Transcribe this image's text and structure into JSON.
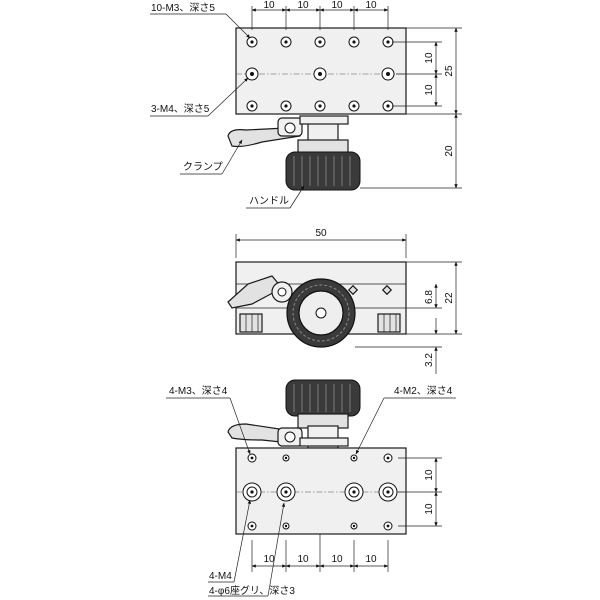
{
  "labels": {
    "top_holes_m3": "10-M3、深さ5",
    "top_holes_m4": "3-M4、深さ5",
    "clamp": "クランプ",
    "handle": "ハンドル",
    "bottom_holes_m3": "4-M3、深さ4",
    "bottom_holes_m2": "4-M2、深さ4",
    "bottom_holes_m4": "4-M4",
    "counterbore": "4-φ6座グリ、深さ3"
  },
  "dims": {
    "top_pitch": [
      "10",
      "10",
      "10",
      "10"
    ],
    "top_right_a": "10",
    "top_right_b": "10",
    "top_height": "25",
    "top_offset": "20",
    "front_width": "50",
    "front_offset": "6.8",
    "front_height": "22",
    "front_base": "3.2",
    "bottom_right_a": "10",
    "bottom_right_b": "10",
    "bottom_pitch": [
      "10",
      "10",
      "10",
      "10"
    ]
  }
}
